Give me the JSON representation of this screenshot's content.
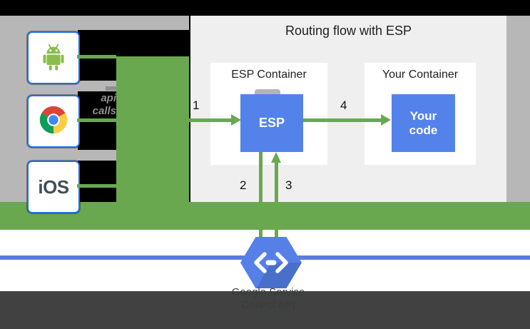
{
  "diagram": {
    "title": "Routing flow with ESP",
    "note": {
      "line1": "api",
      "line2": "calls"
    },
    "steps": {
      "n1": "1",
      "n2": "2",
      "n3": "3",
      "n4": "4"
    },
    "esp_container": {
      "label": "ESP Container",
      "esp_box": "ESP"
    },
    "your_container": {
      "label": "Your Container",
      "code_line1": "Your",
      "code_line2": "code"
    },
    "clients": {
      "android_icon": "android-robot-icon",
      "chrome_icon": "chrome-logo-icon",
      "ios_label": "iOS"
    },
    "endpoints": {
      "icon": "cloud-endpoints-hexagon-icon",
      "label_line1": "Google Service",
      "label_line2": "Control API"
    },
    "colors": {
      "green": "#6aa84f",
      "box_blue": "#5383ea",
      "hexagon_blue": "#5680e8",
      "line_blue": "#5d7ce0",
      "panel_gray": "#efefef",
      "ui_gray": "#b7b7b7",
      "footer_gray": "#414141",
      "client_border_blue": "#1f6fe8",
      "android_green": "#8abd4c"
    }
  }
}
